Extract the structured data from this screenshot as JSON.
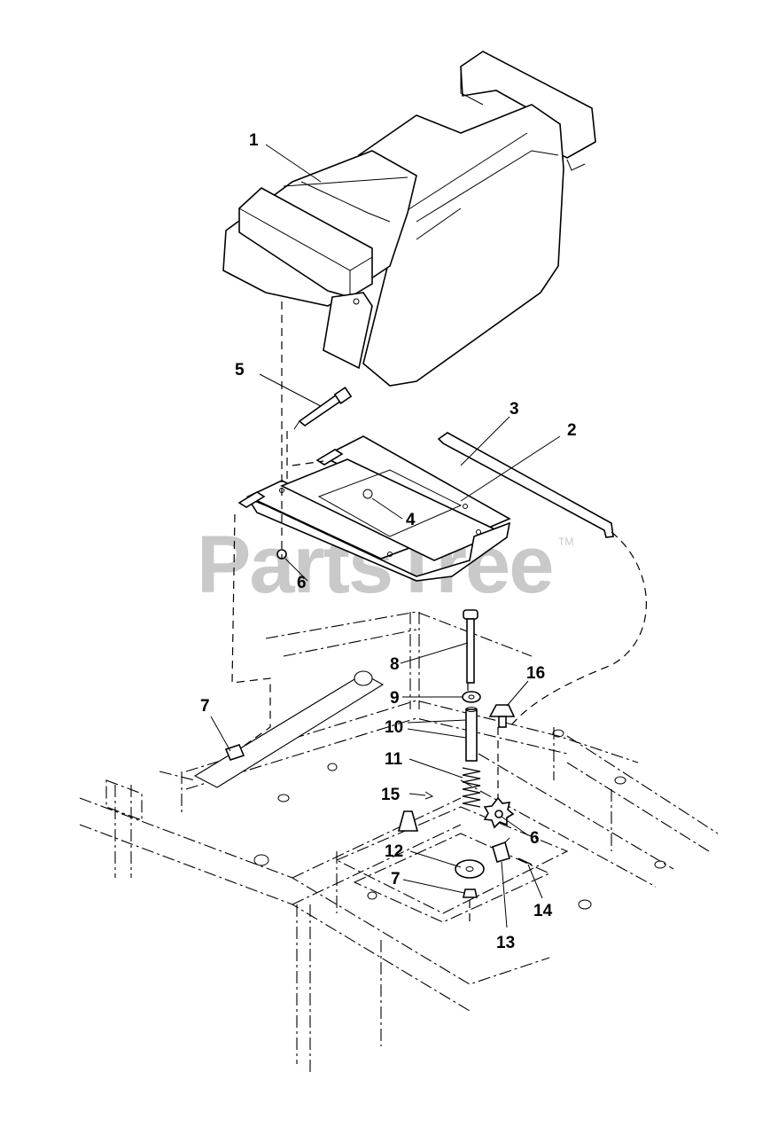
{
  "watermark": {
    "text": "PartsTree",
    "trademark": "TM"
  },
  "callouts": [
    {
      "id": "c1",
      "label": "1"
    },
    {
      "id": "c2",
      "label": "2"
    },
    {
      "id": "c3",
      "label": "3"
    },
    {
      "id": "c4",
      "label": "4"
    },
    {
      "id": "c5",
      "label": "5"
    },
    {
      "id": "c6a",
      "label": "6"
    },
    {
      "id": "c6b",
      "label": "6"
    },
    {
      "id": "c7a",
      "label": "7"
    },
    {
      "id": "c7b",
      "label": "7"
    },
    {
      "id": "c8",
      "label": "8"
    },
    {
      "id": "c9",
      "label": "9"
    },
    {
      "id": "c10",
      "label": "10"
    },
    {
      "id": "c11",
      "label": "11"
    },
    {
      "id": "c12",
      "label": "12"
    },
    {
      "id": "c13",
      "label": "13"
    },
    {
      "id": "c14",
      "label": "14"
    },
    {
      "id": "c15",
      "label": "15"
    },
    {
      "id": "c16",
      "label": "16"
    }
  ]
}
